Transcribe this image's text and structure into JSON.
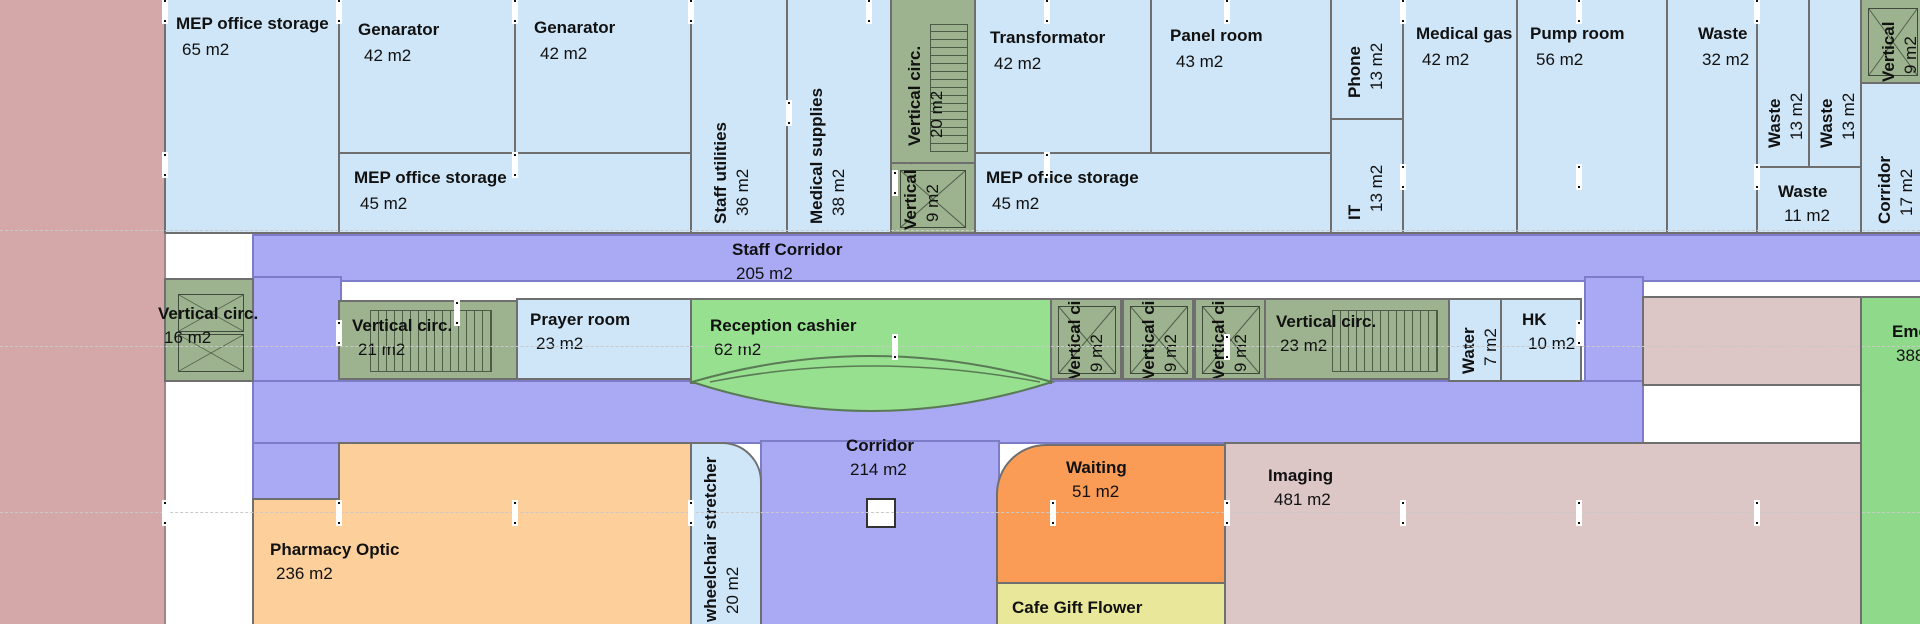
{
  "colors": {
    "service": "#cfe6f8",
    "corridor": "#a9a9f4",
    "circulation": "#9db38f",
    "reception": "#96e08f",
    "pharmacy": "#fccf9b",
    "waiting": "#fa9c56",
    "imaging": "#dcc6c6",
    "left_zone": "#d4a8a8",
    "cafe": "#e8e79a",
    "emergency": "#8fd98a",
    "wall": "#6f6f6f"
  },
  "icons": {
    "stair": "stairs-icon",
    "shaft": "shaft-cross-icon",
    "column": "column-icon"
  },
  "rooms": {
    "mep_storage_1": {
      "name": "MEP office storage",
      "area": "65 m2"
    },
    "generator_1": {
      "name": "Genarator",
      "area": "42 m2"
    },
    "generator_2": {
      "name": "Genarator",
      "area": "42 m2"
    },
    "mep_storage_2": {
      "name": "MEP office storage",
      "area": "45 m2"
    },
    "staff_utilities": {
      "name": "Staff utilities",
      "area": "36 m2"
    },
    "medical_supplies": {
      "name": "Medical supplies",
      "area": "38 m2"
    },
    "vc_top": {
      "name": "Vertical circ.",
      "area": "20 m2"
    },
    "vc_small_top": {
      "name": "Vertical circ.",
      "area": "9 m2"
    },
    "transformator": {
      "name": "Transformator",
      "area": "42 m2"
    },
    "panel_room": {
      "name": "Panel room",
      "area": "43 m2"
    },
    "mep_storage_3": {
      "name": "MEP office storage",
      "area": "45 m2"
    },
    "phone": {
      "name": "Phone",
      "area": "13 m2"
    },
    "it": {
      "name": "IT",
      "area": "13 m2"
    },
    "medical_gas": {
      "name": "Medical gas",
      "area": "42 m2"
    },
    "pump_room": {
      "name": "Pump room",
      "area": "56 m2"
    },
    "waste_main": {
      "name": "Waste",
      "area": "32 m2"
    },
    "waste_a": {
      "name": "Waste",
      "area": "13 m2"
    },
    "waste_b": {
      "name": "Waste",
      "area": "13 m2"
    },
    "waste_c": {
      "name": "Waste",
      "area": "11 m2"
    },
    "vc_edge": {
      "name": "Vertical",
      "area": "9 m2"
    },
    "corridor_edge": {
      "name": "Corridor",
      "area": "17 m2"
    },
    "staff_corridor": {
      "name": "Staff Corridor",
      "area": "205 m2"
    },
    "vc_left": {
      "name": "Vertical circ.",
      "area": "16 m2"
    },
    "vc_mid": {
      "name": "Vertical circ.",
      "area": "21 m2"
    },
    "prayer_room": {
      "name": "Prayer room",
      "area": "23 m2"
    },
    "reception": {
      "name": "Reception cashier",
      "area": "62 m2"
    },
    "vc_s1": {
      "name": "Vertical circ.",
      "area": "9 m2"
    },
    "vc_s2": {
      "name": "Vertical circ.",
      "area": "9 m2"
    },
    "vc_s3": {
      "name": "Vertical circ.",
      "area": "9 m2"
    },
    "vc_right": {
      "name": "Vertical circ.",
      "area": "23 m2"
    },
    "water": {
      "name": "Water",
      "area": "7 m2"
    },
    "hk": {
      "name": "HK",
      "area": "10 m2"
    },
    "emergency": {
      "name": "Eme",
      "area": "388"
    },
    "corridor": {
      "name": "Corridor",
      "area": "214 m2"
    },
    "pharmacy": {
      "name": "Pharmacy Optic",
      "area": "236 m2"
    },
    "wheelchair": {
      "name": "wheelchair stretcher",
      "area": "20 m2"
    },
    "waiting": {
      "name": "Waiting",
      "area": "51 m2"
    },
    "imaging": {
      "name": "Imaging",
      "area": "481 m2"
    },
    "cafe": {
      "name": "Cafe Gift Flower",
      "area": ""
    }
  }
}
